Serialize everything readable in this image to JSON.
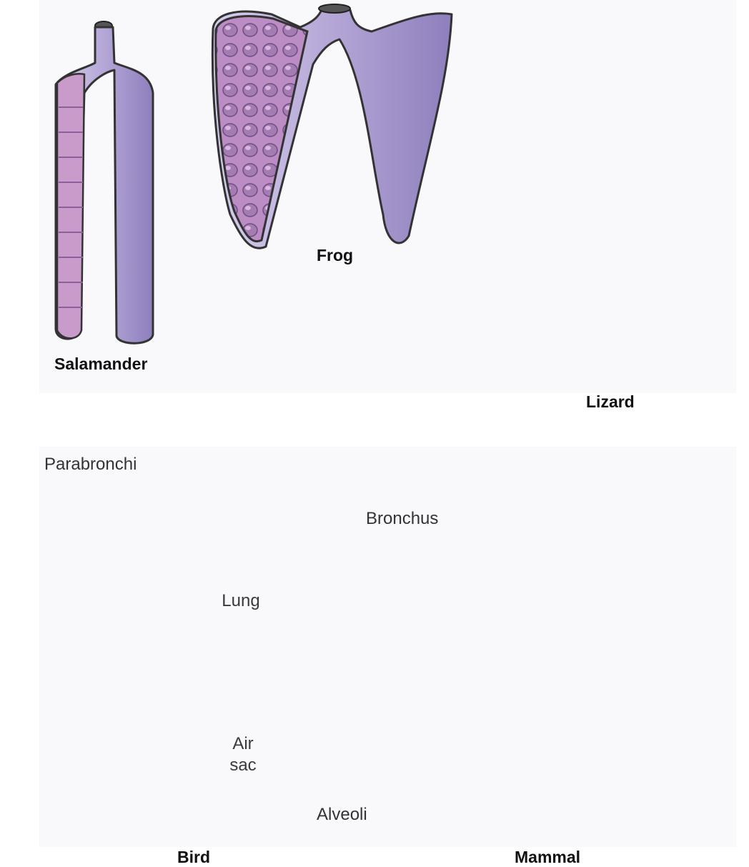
{
  "top_panel": {
    "labels": {
      "salamander": "Salamander",
      "frog": "Frog",
      "lizard": "Lizard"
    }
  },
  "bottom_panel": {
    "bird": {
      "parabronchi": "Parabronchi",
      "lung": "Lung",
      "air_sac": "Air\nsac",
      "caption": "Bird"
    },
    "mammal": {
      "bronchus": "Bronchus",
      "alveoli": "Alveoli",
      "caption": "Mammal"
    }
  },
  "colors": {
    "lung_fill": "#b4a6d6",
    "lung_dark": "#8e7fbd",
    "cut_fill": "#c79ac9",
    "trachea": "#f2bd6d",
    "air": "#b9dcf3",
    "outline": "#333333",
    "panel_bg": "#f8f8fb"
  }
}
